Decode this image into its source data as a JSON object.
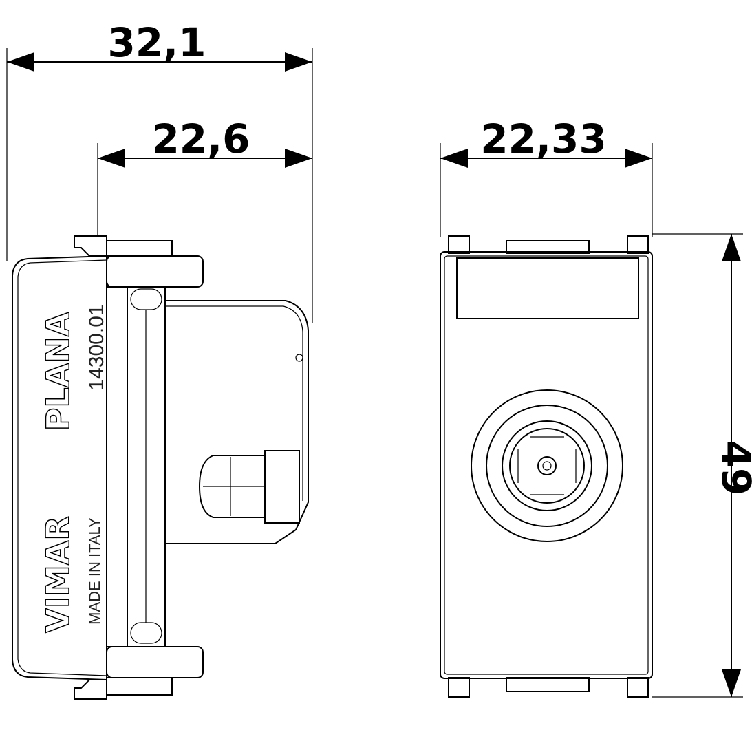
{
  "dimensions": {
    "overall_depth": "32,1",
    "body_depth": "22,6",
    "front_width": "22,33",
    "height": "49"
  },
  "side_view": {
    "brand_line": "PLANA",
    "code_line": "14300.01",
    "maker_line": "VIMAR",
    "origin_line": "MADE IN ITALY"
  }
}
